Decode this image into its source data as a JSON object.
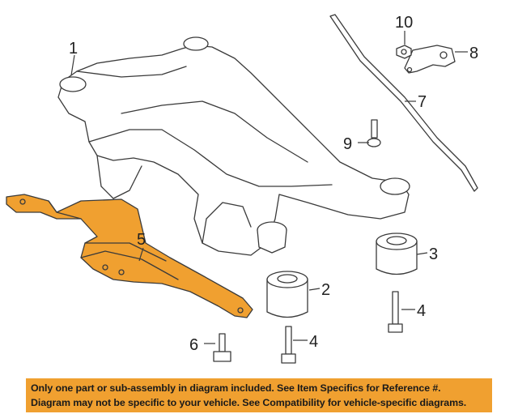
{
  "colors": {
    "highlight_part": "#f0a030",
    "outline": "#3a3a3a",
    "banner_background": "#f0a030"
  },
  "callouts": [
    {
      "number": "1"
    },
    {
      "number": "2"
    },
    {
      "number": "3"
    },
    {
      "number": "4"
    },
    {
      "number": "4"
    },
    {
      "number": "5"
    },
    {
      "number": "6"
    },
    {
      "number": "7"
    },
    {
      "number": "8"
    },
    {
      "number": "9"
    },
    {
      "number": "10"
    }
  ],
  "banner": {
    "line1": "Only one part or sub-assembly in diagram included. See Item Specifics for Reference #.",
    "line2": "Diagram may not be specific to your vehicle. See Compatibility for vehicle-specific diagrams."
  }
}
